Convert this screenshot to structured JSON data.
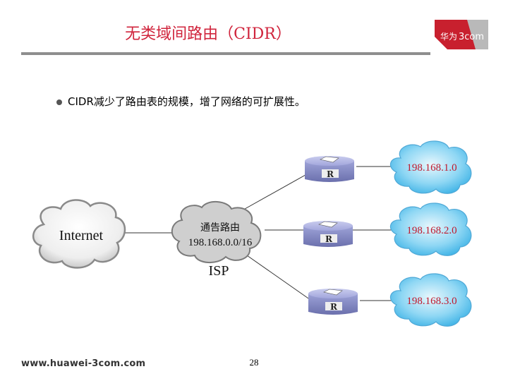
{
  "title": "无类域间路由（CIDR）",
  "logo": {
    "text_cn": "华为",
    "text_en": "3com"
  },
  "bullet": "CIDR减少了路由表的规模，增了网络的可扩展性。",
  "diagram": {
    "internet_label": "Internet",
    "isp_cloud_line1": "通告路由",
    "isp_cloud_line2": "198.168.0.0/16",
    "isp_label": "ISP",
    "router_label": "R",
    "networks": [
      "198.168.1.0",
      "198.168.2.0",
      "198.168.3.0"
    ],
    "colors": {
      "accent": "#d0243c",
      "cloud_blue": "#6ecbf0",
      "router": "#8a8fc8"
    }
  },
  "page_number": "28",
  "footer_url": "www.huawei-3com.com"
}
